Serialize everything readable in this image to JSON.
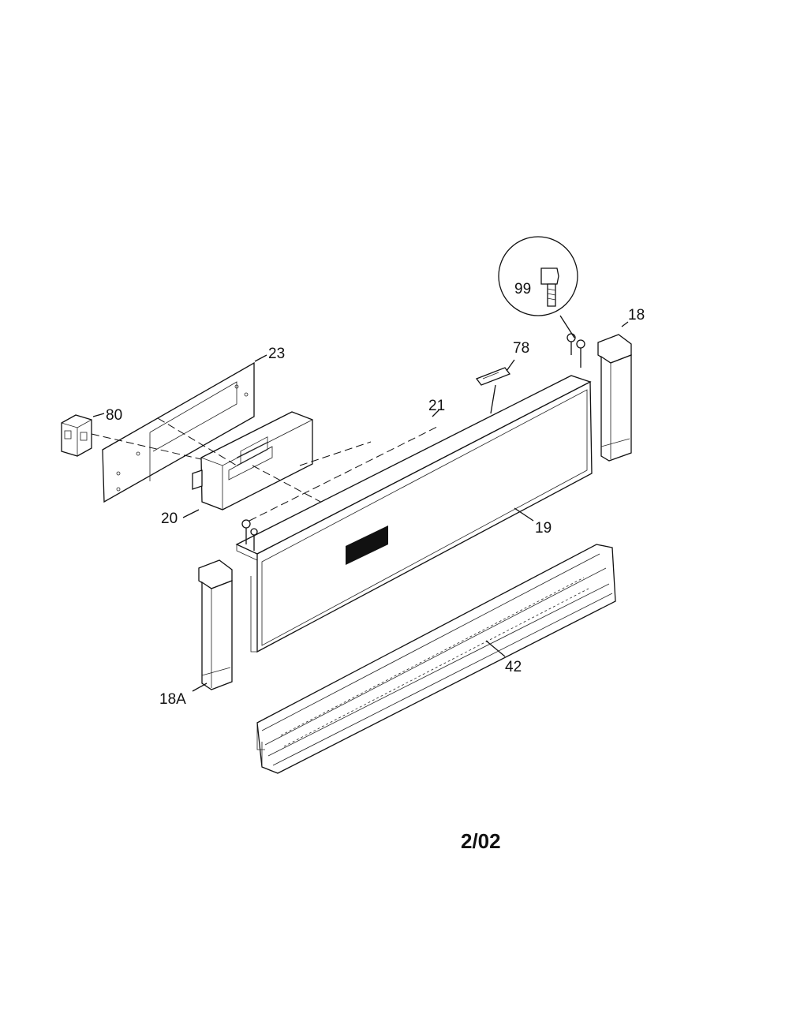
{
  "diagram": {
    "labels": {
      "p99": "99",
      "p18": "18",
      "p78": "78",
      "p23": "23",
      "p80": "80",
      "p21": "21",
      "p20": "20",
      "p19": "19",
      "p18a": "18A",
      "p42": "42"
    },
    "date_code": "2/02"
  }
}
